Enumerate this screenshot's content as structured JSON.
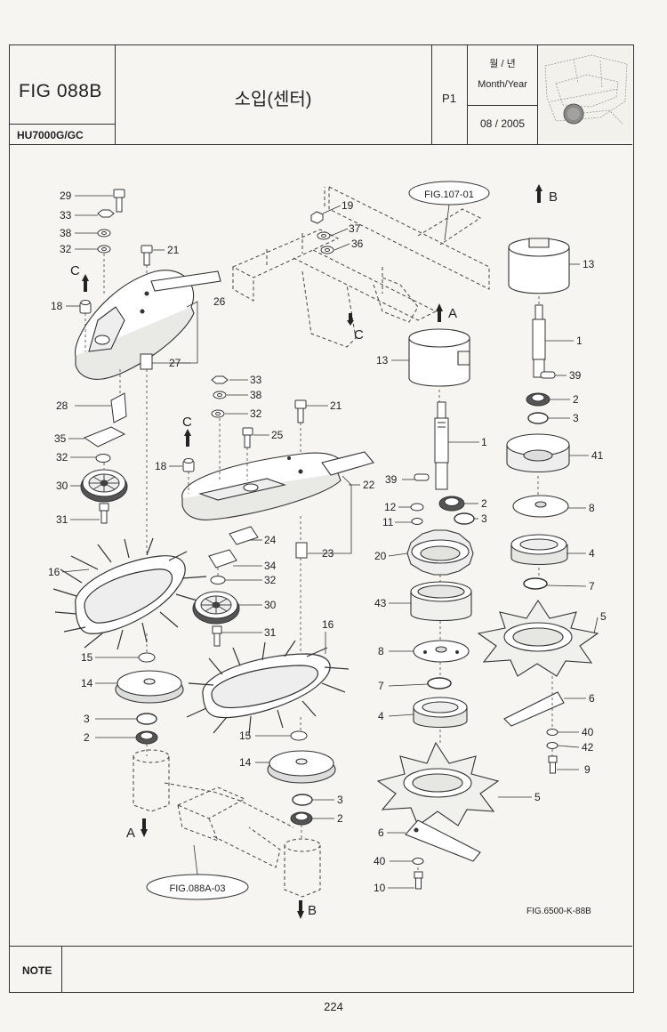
{
  "header": {
    "figure_id": "FIG 088B",
    "model": "HU7000G/GC",
    "title": "소입(센터)",
    "page_label": "P1",
    "date_label_kr": "월 / 년",
    "date_label_en": "Month/Year",
    "date_value": "08 / 2005"
  },
  "diagram": {
    "ref_fig_107": "FIG.107-01",
    "ref_fig_088a": "FIG.088A-03",
    "figure_code": "FIG.6500-K-88B",
    "arrow_a": "A",
    "arrow_b": "B",
    "arrow_c": "C",
    "callouts": [
      {
        "id": "c1",
        "text": "29"
      },
      {
        "id": "c2",
        "text": "33"
      },
      {
        "id": "c3",
        "text": "38"
      },
      {
        "id": "c4",
        "text": "32"
      },
      {
        "id": "c5",
        "text": "21"
      },
      {
        "id": "c6",
        "text": "18"
      },
      {
        "id": "c7",
        "text": "26"
      },
      {
        "id": "c8",
        "text": "27"
      },
      {
        "id": "c9",
        "text": "28"
      },
      {
        "id": "c10",
        "text": "35"
      },
      {
        "id": "c11",
        "text": "32"
      },
      {
        "id": "c12",
        "text": "30"
      },
      {
        "id": "c13",
        "text": "31"
      },
      {
        "id": "c14",
        "text": "16"
      },
      {
        "id": "c15",
        "text": "15"
      },
      {
        "id": "c16",
        "text": "14"
      },
      {
        "id": "c17",
        "text": "3"
      },
      {
        "id": "c18",
        "text": "2"
      },
      {
        "id": "c19",
        "text": "19"
      },
      {
        "id": "c20",
        "text": "37"
      },
      {
        "id": "c21",
        "text": "36"
      },
      {
        "id": "c22",
        "text": "13"
      },
      {
        "id": "c23",
        "text": "33"
      },
      {
        "id": "c24",
        "text": "38"
      },
      {
        "id": "c25",
        "text": "32"
      },
      {
        "id": "c26",
        "text": "21"
      },
      {
        "id": "c27",
        "text": "25"
      },
      {
        "id": "c28",
        "text": "18"
      },
      {
        "id": "c29",
        "text": "22"
      },
      {
        "id": "c30",
        "text": "24"
      },
      {
        "id": "c31",
        "text": "34"
      },
      {
        "id": "c32",
        "text": "32"
      },
      {
        "id": "c33",
        "text": "30"
      },
      {
        "id": "c34",
        "text": "23"
      },
      {
        "id": "c35",
        "text": "31"
      },
      {
        "id": "c36",
        "text": "16"
      },
      {
        "id": "c37",
        "text": "15"
      },
      {
        "id": "c38",
        "text": "14"
      },
      {
        "id": "c39",
        "text": "3"
      },
      {
        "id": "c40",
        "text": "2"
      },
      {
        "id": "c41",
        "text": "1"
      },
      {
        "id": "c42",
        "text": "39"
      },
      {
        "id": "c43",
        "text": "12"
      },
      {
        "id": "c44",
        "text": "2"
      },
      {
        "id": "c45",
        "text": "11"
      },
      {
        "id": "c46",
        "text": "3"
      },
      {
        "id": "c47",
        "text": "20"
      },
      {
        "id": "c48",
        "text": "43"
      },
      {
        "id": "c49",
        "text": "8"
      },
      {
        "id": "c50",
        "text": "7"
      },
      {
        "id": "c51",
        "text": "4"
      },
      {
        "id": "c52",
        "text": "5"
      },
      {
        "id": "c53",
        "text": "6"
      },
      {
        "id": "c54",
        "text": "40"
      },
      {
        "id": "c55",
        "text": "10"
      },
      {
        "id": "c56",
        "text": "13"
      },
      {
        "id": "c57",
        "text": "1"
      },
      {
        "id": "c58",
        "text": "39"
      },
      {
        "id": "c59",
        "text": "2"
      },
      {
        "id": "c60",
        "text": "3"
      },
      {
        "id": "c61",
        "text": "41"
      },
      {
        "id": "c62",
        "text": "8"
      },
      {
        "id": "c63",
        "text": "4"
      },
      {
        "id": "c64",
        "text": "7"
      },
      {
        "id": "c65",
        "text": "5"
      },
      {
        "id": "c66",
        "text": "6"
      },
      {
        "id": "c67",
        "text": "40"
      },
      {
        "id": "c68",
        "text": "42"
      },
      {
        "id": "c69",
        "text": "9"
      }
    ]
  },
  "footer": {
    "note_label": "NOTE",
    "page_number": "224"
  }
}
